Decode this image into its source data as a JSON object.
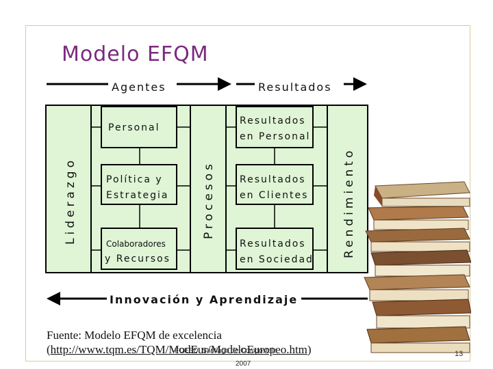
{
  "slide": {
    "title": "Modelo EFQM",
    "page_number": "13",
    "footer_line1": "FOESD. Santiago de Compostela",
    "footer_line2": "2007"
  },
  "diagram": {
    "top_left_label": "Agentes",
    "top_right_label": "Resultados",
    "bottom_label": "Innovación y Aprendizaje",
    "liderazgo": "Liderazgo",
    "procesos": "Procesos",
    "rendimiento": "Rendimiento",
    "left_boxes": [
      {
        "line1": "Personal",
        "line2": ""
      },
      {
        "line1": "Política y",
        "line2": "Estrategia"
      },
      {
        "line1": "Colaboradores",
        "line2": "y Recursos"
      }
    ],
    "right_boxes": [
      {
        "line1": "Resultados",
        "line2": "en Personal"
      },
      {
        "line1": "Resultados",
        "line2": "en Clientes"
      },
      {
        "line1": "Resultados",
        "line2": "en Sociedad"
      }
    ],
    "colors": {
      "box_fill": "#dff5d6",
      "border": "#000000",
      "title": "#7a2a7f"
    }
  },
  "source": {
    "prefix": "Fuente: Modelo EFQM de excelencia",
    "open": "(",
    "url": "http://www.tqm.es/TQM/ModEur/ModeloEuropeo.htm",
    "close": ")"
  }
}
